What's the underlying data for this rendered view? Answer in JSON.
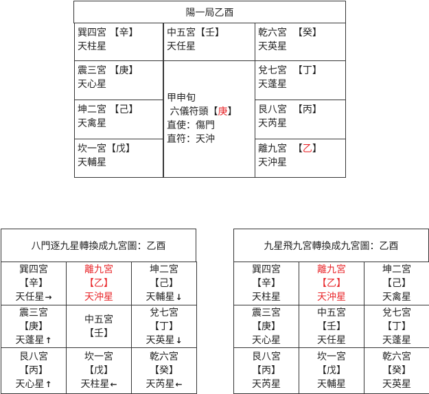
{
  "top": {
    "title": "陽一局乙酉",
    "cells": {
      "xun4": {
        "palace": "巽四宮",
        "stem": "【辛】",
        "star": "天柱星"
      },
      "zhong5": {
        "palace": "中五宮",
        "stem": "【壬】",
        "star": "天任星"
      },
      "qian6": {
        "palace": "乾六宮",
        "stem": "【癸】",
        "star": "天英星"
      },
      "zhen3": {
        "palace": "震三宮",
        "stem": "【庚】",
        "star": "天心星"
      },
      "dui7": {
        "palace": "兌七宮",
        "stem": "【丁】",
        "star": "天蓬星"
      },
      "kun2": {
        "palace": "坤二宮",
        "stem": "【己】",
        "star": "天禽星"
      },
      "gen8": {
        "palace": "艮八宮",
        "stem": "【丙】",
        "star": "天芮星"
      },
      "kan1": {
        "palace": "坎一宮",
        "stem": "【戊】",
        "star": "天輔星"
      },
      "li9": {
        "palace": "離九宮",
        "stem_open": "【",
        "stem_char": "乙",
        "stem_close": "】",
        "star": "天沖星"
      }
    },
    "center": {
      "line1": "甲申旬",
      "line2_prefix": " 六儀符頭【",
      "line2_red": "庚",
      "line2_suffix": "】",
      "line3": "直使：傷門",
      "line4": "直符：天沖"
    }
  },
  "left_grid": {
    "title": "八門逐九星轉換成九宮圖：乙酉",
    "rows": [
      [
        {
          "palace": "巽四宮",
          "stem": "【辛】",
          "star": "天任星",
          "arrow": "→",
          "highlight": false
        },
        {
          "palace": "離九宮",
          "stem": "【乙】",
          "star": "天沖星",
          "arrow": "",
          "highlight": true
        },
        {
          "palace": "坤二宮",
          "stem": "【己】",
          "star": "天輔星",
          "arrow": "↓",
          "highlight": false
        }
      ],
      [
        {
          "palace": "震三宮",
          "stem": "【庚】",
          "star": "天蓬星",
          "arrow": "↑",
          "highlight": false
        },
        {
          "palace": "中五宮",
          "stem": "【壬】",
          "star": "",
          "arrow": "",
          "highlight": false
        },
        {
          "palace": "兌七宮",
          "stem": "【丁】",
          "star": "天英星",
          "arrow": "↓",
          "highlight": false
        }
      ],
      [
        {
          "palace": "艮八宮",
          "stem": "【丙】",
          "star": "天心星",
          "arrow": "↑",
          "highlight": false
        },
        {
          "palace": "坎一宮",
          "stem": "【戊】",
          "star": "天柱星",
          "arrow": "←",
          "highlight": false
        },
        {
          "palace": "乾六宮",
          "stem": "【癸】",
          "star": "天芮星",
          "arrow": "←",
          "highlight": false
        }
      ]
    ]
  },
  "right_grid": {
    "title": "九星飛九宮轉換成九宮圖：乙酉",
    "rows": [
      [
        {
          "palace": "巽四宮",
          "stem": "【辛】",
          "star": "天柱星",
          "highlight": false
        },
        {
          "palace": "離九宮",
          "stem": "【乙】",
          "star": "天沖星",
          "highlight": true
        },
        {
          "palace": "坤二宮",
          "stem": "【己】",
          "star": "天禽星",
          "highlight": false
        }
      ],
      [
        {
          "palace": "震三宮",
          "stem": "【庚】",
          "star": "天心星",
          "highlight": false
        },
        {
          "palace": "中五宮",
          "stem": "【壬】",
          "star": "天任星",
          "highlight": false
        },
        {
          "palace": "兌七宮",
          "stem": "【丁】",
          "star": "天蓬星",
          "highlight": false
        }
      ],
      [
        {
          "palace": "艮八宮",
          "stem": "【丙】",
          "star": "天芮星",
          "highlight": false
        },
        {
          "palace": "坎一宮",
          "stem": "【戊】",
          "star": "天輔星",
          "highlight": false
        },
        {
          "palace": "乾六宮",
          "stem": "【癸】",
          "star": "天英星",
          "highlight": false
        }
      ]
    ]
  },
  "colors": {
    "highlight": "#e8262a",
    "border": "#333333",
    "text": "#222222"
  }
}
